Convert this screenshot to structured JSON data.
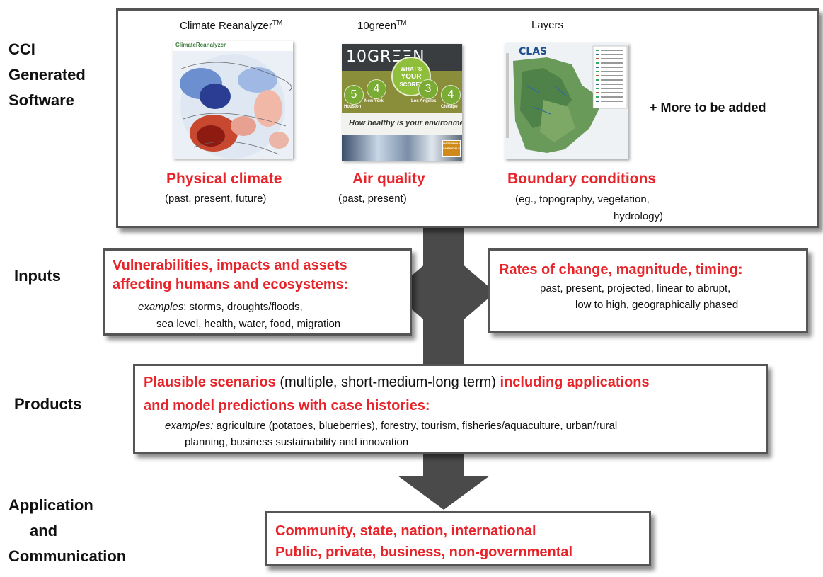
{
  "side_labels": {
    "software": [
      "CCI",
      "Generated",
      "Software"
    ],
    "inputs": "Inputs",
    "products": "Products",
    "application": [
      "Application",
      "and",
      "Communication"
    ]
  },
  "software_box": {
    "tools": [
      {
        "name": "Climate Reanalyzer",
        "tm": "TM",
        "title": "Physical climate",
        "sub": "(past, present, future)"
      },
      {
        "name": "10green",
        "tm": "TM",
        "title": "Air quality",
        "sub": "(past, present)"
      },
      {
        "name": "Layers",
        "title": "Boundary conditions",
        "sub_lines": [
          "(eg., topography, vegetation,",
          "hydrology)"
        ]
      }
    ],
    "more": "+ More to be added",
    "thumb_cr": {
      "header": "ClimateReanalyzer"
    },
    "thumb_10g": {
      "logo": "10GRΞΞN",
      "question": [
        "WHAT'S",
        "YOUR",
        "SCORE?"
      ],
      "scores": [
        {
          "value": "5",
          "city": "Houston"
        },
        {
          "value": "4",
          "city": "New York"
        },
        {
          "value": "3",
          "city": "Los Angeles"
        },
        {
          "value": "4",
          "city": "Chicago"
        }
      ],
      "tagline": "How healthy is your environment?",
      "warning": "HAZARDOUS CHEMICALS"
    },
    "thumb_layers": {
      "logo": "CLAS"
    }
  },
  "inputs_left": {
    "title_lines": [
      "Vulnerabilities, impacts and assets",
      "affecting humans and ecosystems:"
    ],
    "examples_label": "examples",
    "examples_line1": ": storms, droughts/floods,",
    "examples_line2": "sea level, health, water, food, migration"
  },
  "inputs_right": {
    "title": "Rates of change, magnitude, timing:",
    "lines": [
      "past, present, projected, linear to abrupt,",
      "low to high, geographically phased"
    ]
  },
  "products": {
    "red1": "Plausible scenarios",
    "black1": " (multiple, short-medium-long term) ",
    "red2": "including applications",
    "line2": "and model predictions with case histories:",
    "examples_label": "examples:",
    "examples_line1": " agriculture (potatoes, blueberries), forestry, tourism, fisheries/aquaculture, urban/rural",
    "examples_line2": "planning, business sustainability and innovation"
  },
  "application": {
    "lines": [
      "Community, state, nation, international",
      "Public, private, business, non-governmental"
    ]
  },
  "colors": {
    "accent_red": "#e8242a",
    "arrow": "#4a4a4a",
    "border": "#555555"
  }
}
